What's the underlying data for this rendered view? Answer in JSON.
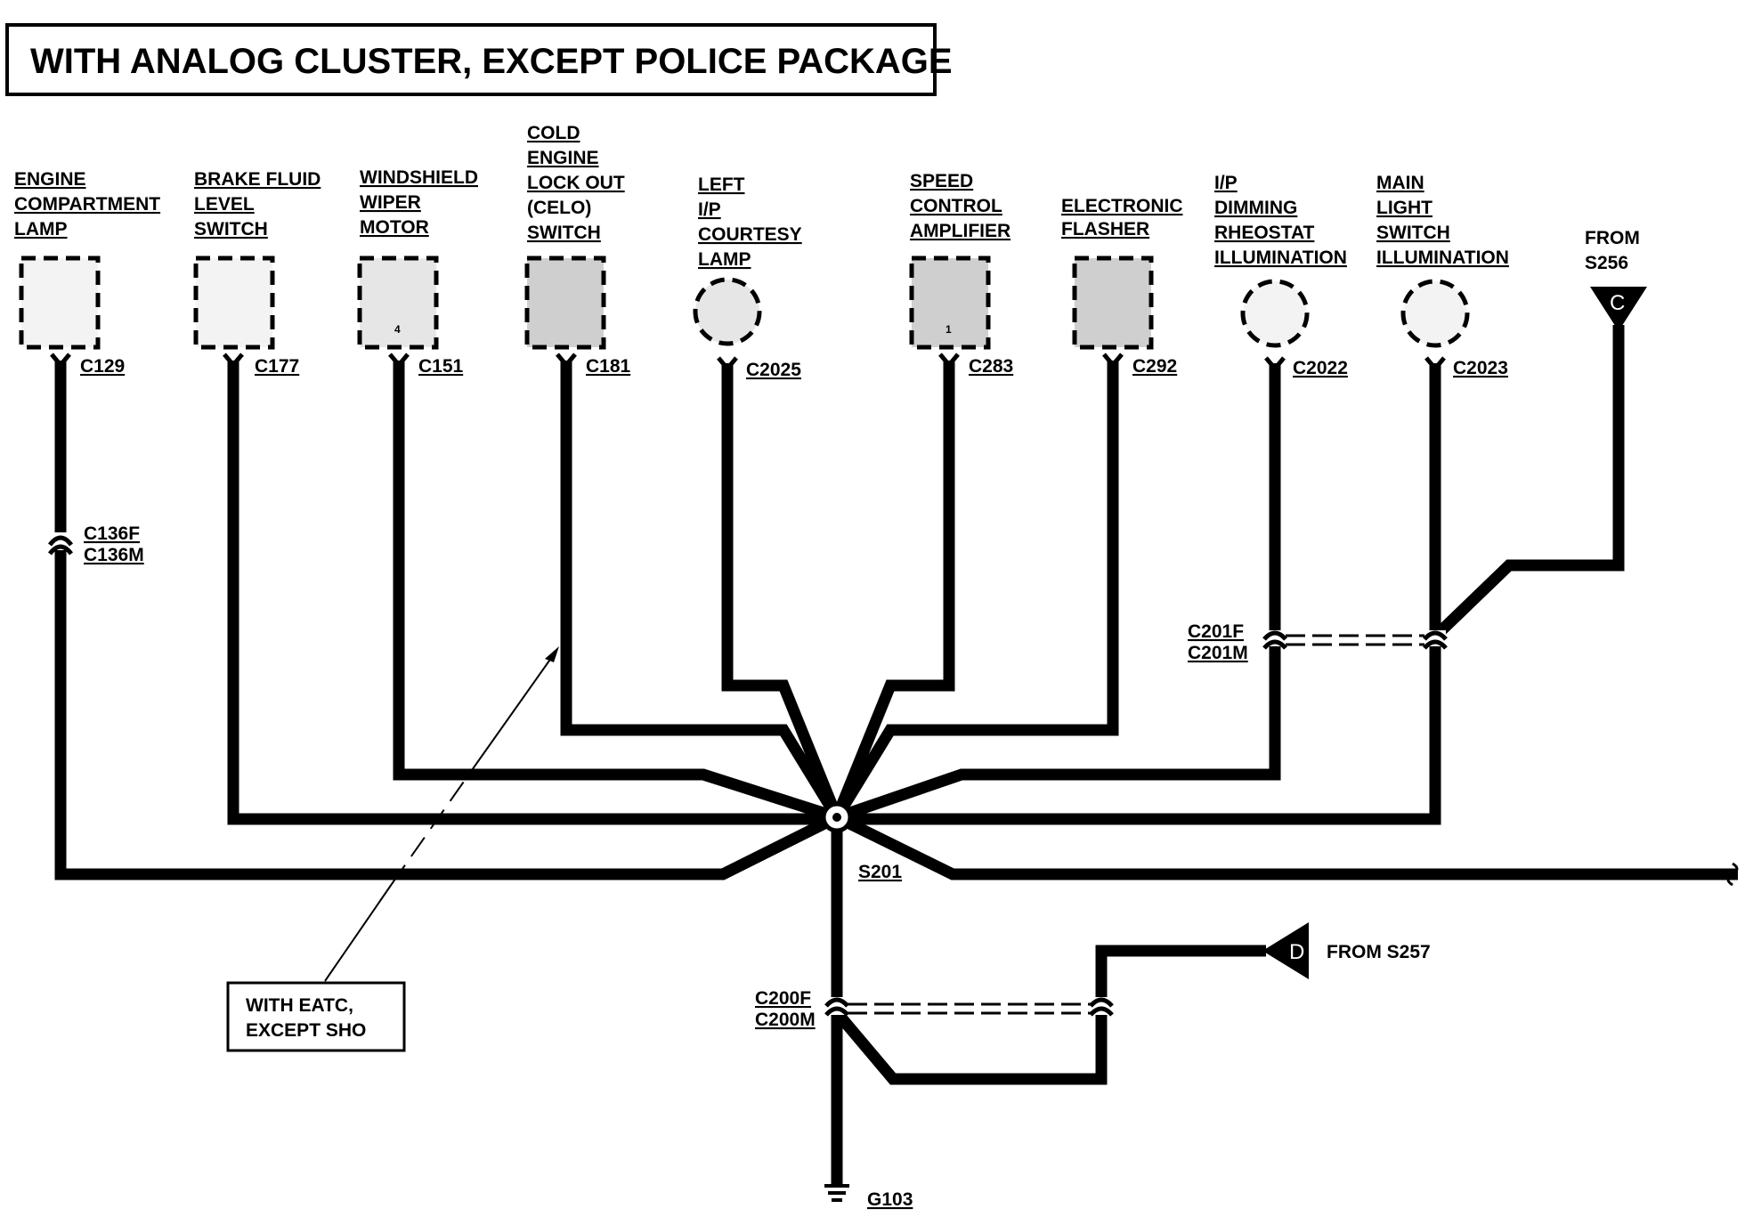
{
  "title": "WITH ANALOG CLUSTER, EXCEPT POLICE PACKAGE",
  "components": [
    {
      "lines": [
        "ENGINE",
        "COMPARTMENT",
        "LAMP"
      ],
      "connector": "C129",
      "shape": "rect"
    },
    {
      "lines": [
        "BRAKE FLUID",
        "LEVEL",
        "SWITCH"
      ],
      "connector": "C177",
      "shape": "rect"
    },
    {
      "lines": [
        "WINDSHIELD",
        "WIPER",
        "MOTOR"
      ],
      "connector": "C151",
      "shape": "rect",
      "pin": "4"
    },
    {
      "lines": [
        "COLD",
        "ENGINE",
        "LOCK OUT",
        "(CELO)",
        "SWITCH"
      ],
      "connector": "C181",
      "shape": "rect"
    },
    {
      "lines": [
        "LEFT",
        "I/P",
        "COURTESY",
        "LAMP"
      ],
      "connector": "C2025",
      "shape": "circle"
    },
    {
      "lines": [
        "SPEED",
        "CONTROL",
        "AMPLIFIER"
      ],
      "connector": "C283",
      "shape": "rect",
      "pin": "1"
    },
    {
      "lines": [
        "ELECTRONIC",
        "FLASHER"
      ],
      "connector": "C292",
      "shape": "rect"
    },
    {
      "lines": [
        "I/P",
        "DIMMING",
        "RHEOSTAT",
        "ILLUMINATION"
      ],
      "connector": "C2022",
      "shape": "circle"
    },
    {
      "lines": [
        "MAIN",
        "LIGHT",
        "SWITCH",
        "ILLUMINATION"
      ],
      "connector": "C2023",
      "shape": "circle"
    }
  ],
  "from_c": {
    "lines": [
      "FROM",
      "S256"
    ],
    "letter": "C"
  },
  "from_d": {
    "text": "FROM S257",
    "letter": "D"
  },
  "inline_c136": [
    "C136F",
    "C136M"
  ],
  "inline_c201": [
    "C201F",
    "C201M"
  ],
  "inline_c200": [
    "C200F",
    "C200M"
  ],
  "splice": "S201",
  "ground": "G103",
  "note": [
    "WITH EATC,",
    "EXCEPT SHO"
  ]
}
